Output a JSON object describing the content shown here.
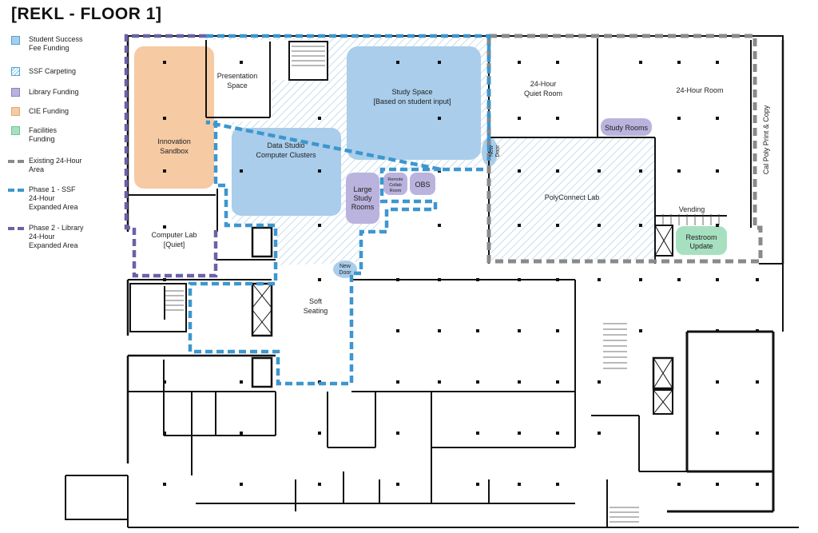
{
  "title": "[REKL - FLOOR 1]",
  "colors": {
    "ssf_funding": "#4da3d8",
    "ssf_funding_fill": "#a9cdea",
    "ssf_carpeting": "#9cc6e4",
    "library_funding": "#a29ad0",
    "library_fill": "#b9b3dd",
    "cie_funding": "#f6caa3",
    "facilities_funding": "#a7e0c0",
    "existing_24": "#8a8a8a",
    "phase1": "#3d96cf",
    "phase2": "#6a62a8",
    "wall": "#111111"
  },
  "legend": [
    {
      "label": "Student Success\nFee Funding",
      "kind": "swatch",
      "color": "#a9cdea"
    },
    {
      "label": "SSF Carpeting",
      "kind": "hatch",
      "color": "#9cc6e4"
    },
    {
      "label": "Library Funding",
      "kind": "swatch",
      "color": "#b9b3dd"
    },
    {
      "label": "CIE Funding",
      "kind": "swatch",
      "color": "#f6caa3"
    },
    {
      "label": "Facilities\nFunding",
      "kind": "swatch",
      "color": "#a7e0c0"
    },
    {
      "label": "Existing 24-Hour\nArea",
      "kind": "line",
      "color": "#8a8a8a"
    },
    {
      "label": "Phase 1 - SSF\n24-Hour\nExpanded Area",
      "kind": "line",
      "color": "#3d96cf"
    },
    {
      "label": "Phase 2 - Library\n24-Hour\nExpanded Area",
      "kind": "line",
      "color": "#6a62a8"
    }
  ],
  "rooms": {
    "innovation_sandbox": [
      "Innovation",
      "Sandbox"
    ],
    "presentation_space": [
      "Presentation",
      "Space"
    ],
    "study_space": [
      "Study Space",
      "[Based on student input]"
    ],
    "data_studio": [
      "Data Studio",
      "Computer Clusters"
    ],
    "quiet_room": [
      "24-Hour",
      "Quiet Room"
    ],
    "hour_room": "24-Hour Room",
    "study_rooms": "Study Rooms",
    "polyconnect_lab": "PolyConnect Lab",
    "vending": "Vending",
    "restroom_update": [
      "Restroom",
      "Update"
    ],
    "print_copy": "Cal Poly Print & Copy",
    "large_study_rooms": [
      "Large",
      "Study",
      "Rooms"
    ],
    "remote_collab": [
      "Remote",
      "Collab",
      "Room"
    ],
    "obs": "OBS",
    "computer_lab": [
      "Computer Lab",
      "[Quiet]"
    ],
    "soft_seating": [
      "Soft",
      "Seating"
    ],
    "new_door_1": [
      "New",
      "Door"
    ],
    "new_door_2": [
      "New",
      "Door"
    ]
  }
}
